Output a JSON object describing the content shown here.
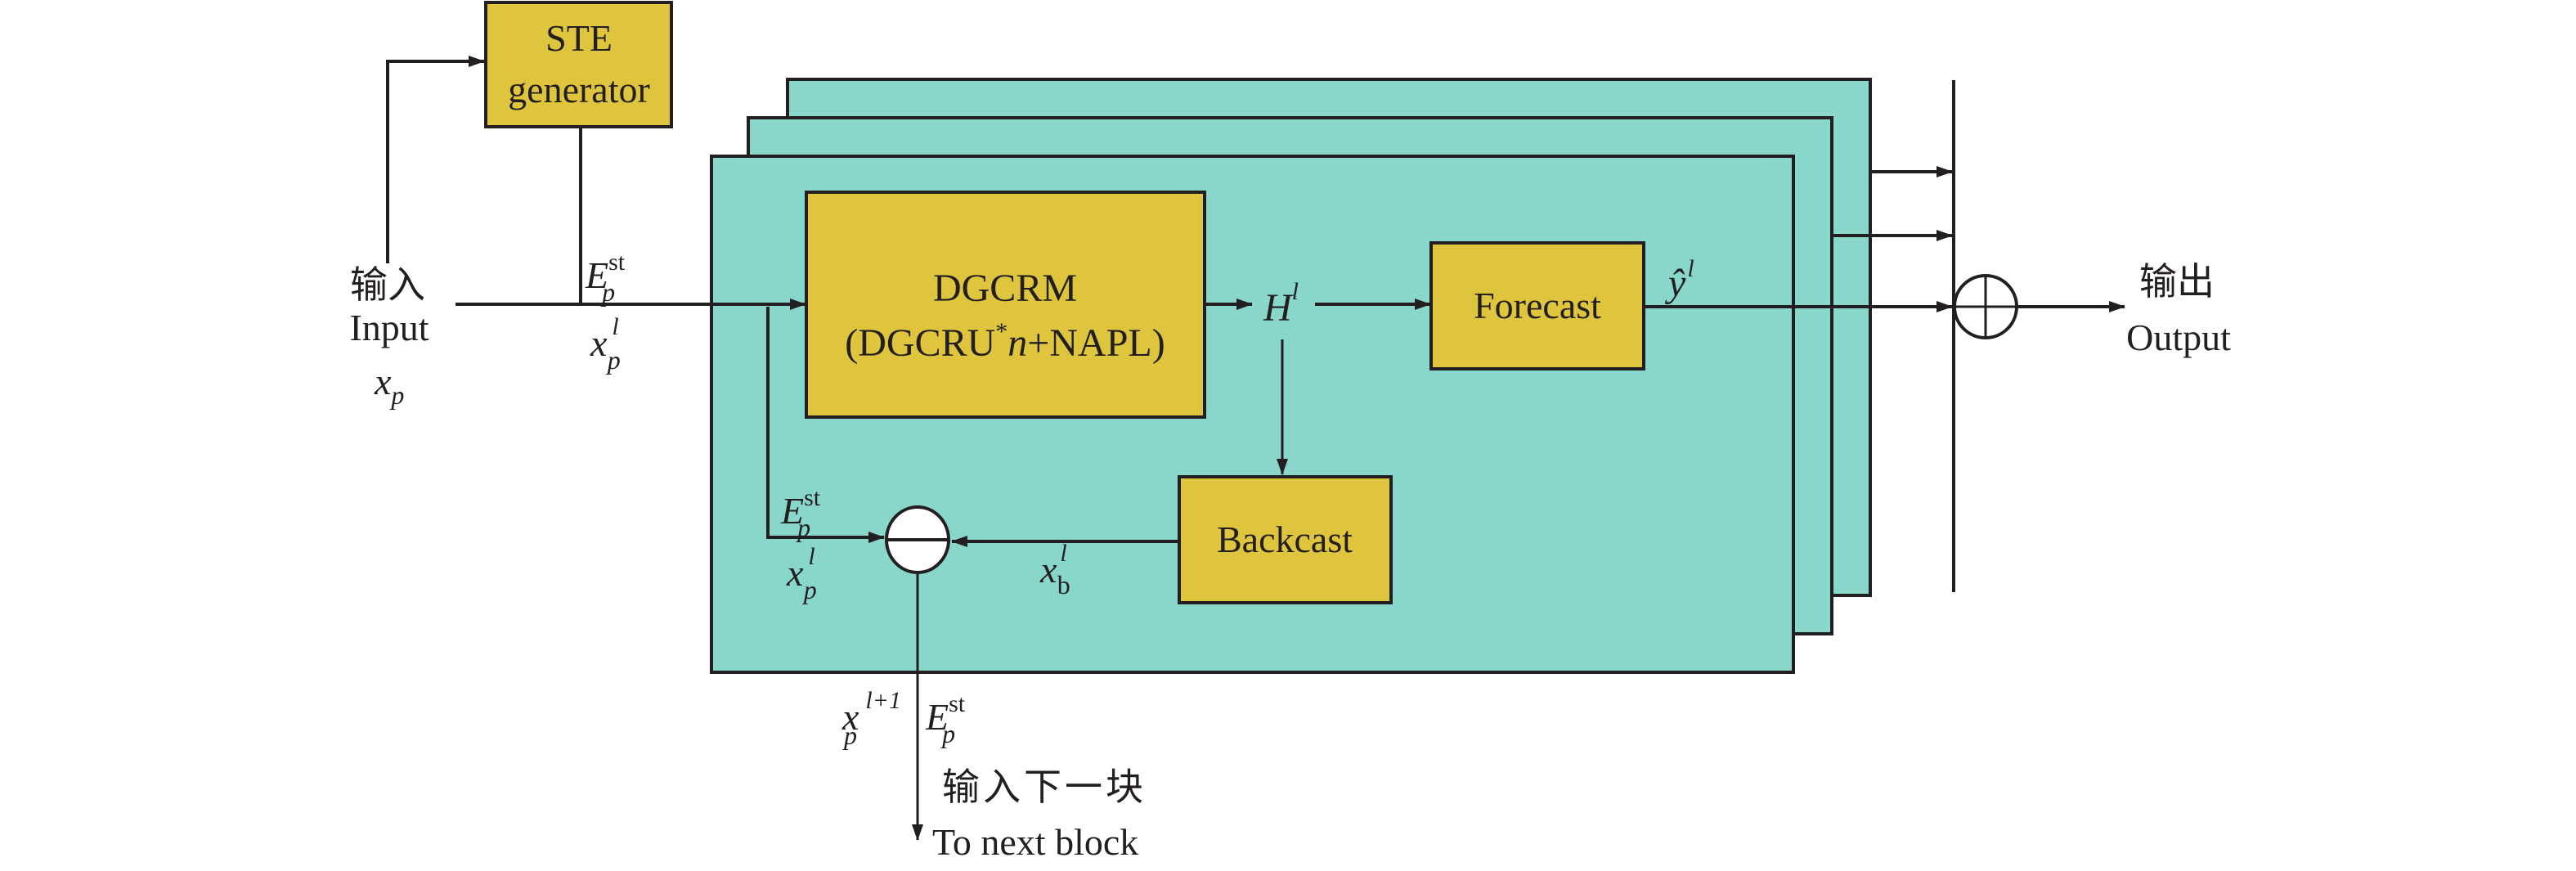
{
  "colors": {
    "panel_fill": "#89d7cb",
    "module_fill": "#dfc53e",
    "stroke": "#231f20",
    "background": "#ffffff",
    "operator_fill": "#ffffff"
  },
  "input": {
    "label_cn": "输入",
    "label_en": "Input",
    "symbol_base": "x",
    "symbol_sub": "p"
  },
  "ste_generator": {
    "line1": "STE",
    "line2": "generator"
  },
  "input_edge": {
    "embed_base": "E",
    "embed_sub": "p",
    "embed_sup": "st",
    "x_base": "x",
    "x_sub": "p",
    "x_sup": "l"
  },
  "dgcrm": {
    "line1": "DGCRM",
    "line2_prefix": "(DGCRU",
    "line2_sup": "*",
    "line2_n": "n",
    "line2_suffix": "+NAPL)"
  },
  "hidden": {
    "base": "H",
    "sup": "l"
  },
  "forecast": {
    "label": "Forecast",
    "out_base": "ŷ",
    "out_sup": "l"
  },
  "backcast": {
    "label": "Backcast",
    "out_base": "x",
    "out_sub": "b",
    "out_sup": "l"
  },
  "feedback_edge": {
    "embed_base": "E",
    "embed_sub": "p",
    "embed_sup": "st",
    "x_base": "x",
    "x_sub": "p",
    "x_sup": "l"
  },
  "operators": {
    "subtract": "minus",
    "sum": "plus"
  },
  "next_block": {
    "x_base": "x",
    "x_sub": "p",
    "x_sup": "l+1",
    "embed_base": "E",
    "embed_sub": "p",
    "embed_sup": "st",
    "label_cn": "输入下一块",
    "label_en": "To next block"
  },
  "output": {
    "label_cn": "输出",
    "label_en": "Output"
  },
  "stacked_blocks_count": 3
}
